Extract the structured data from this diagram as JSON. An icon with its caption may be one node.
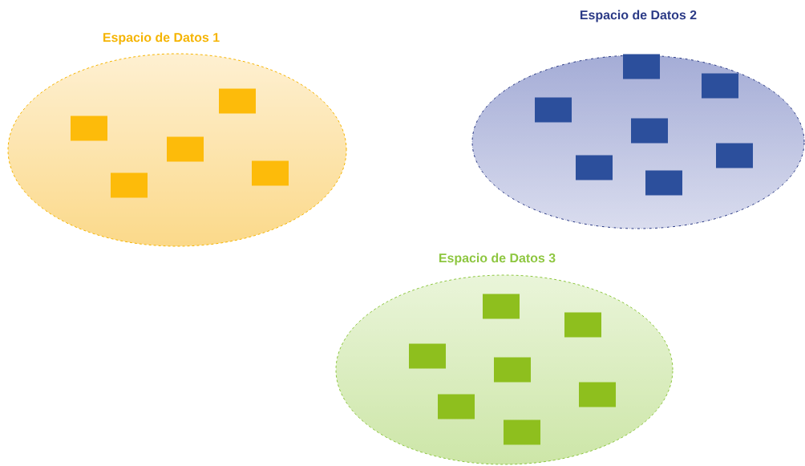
{
  "diagram": {
    "nodes": [
      {
        "text": [
          "Espacio de Datos 1"
        ]
      },
      {
        "text": [],
        "shape": "box",
        "in": 0
      },
      {
        "text": [],
        "shape": "box",
        "in": 0
      },
      {
        "text": [],
        "shape": "box",
        "in": 0
      },
      {
        "text": [],
        "shape": "box",
        "in": 0
      },
      {
        "text": [],
        "shape": "box",
        "in": 0
      },
      {
        "text": [
          "Espacio de Datos 2"
        ]
      },
      {
        "text": [],
        "shape": "box",
        "in": 6
      },
      {
        "text": [],
        "shape": "box",
        "in": 6
      },
      {
        "text": [],
        "shape": "box",
        "in": 6
      },
      {
        "text": [],
        "shape": "box",
        "in": 6
      },
      {
        "text": [],
        "shape": "box",
        "in": 6
      },
      {
        "text": [],
        "shape": "box",
        "in": 6
      },
      {
        "text": [],
        "shape": "box",
        "in": 6
      },
      {
        "text": [
          "Espacio de Datos 3"
        ]
      },
      {
        "text": [],
        "shape": "box",
        "in": 14
      },
      {
        "text": [],
        "shape": "box",
        "in": 14
      },
      {
        "text": [],
        "shape": "box",
        "in": 14
      },
      {
        "text": [],
        "shape": "box",
        "in": 14
      },
      {
        "text": [],
        "shape": "box",
        "in": 14
      },
      {
        "text": [],
        "shape": "box",
        "in": 14
      },
      {
        "text": [],
        "shape": "box",
        "in": 14
      }
    ]
  }
}
